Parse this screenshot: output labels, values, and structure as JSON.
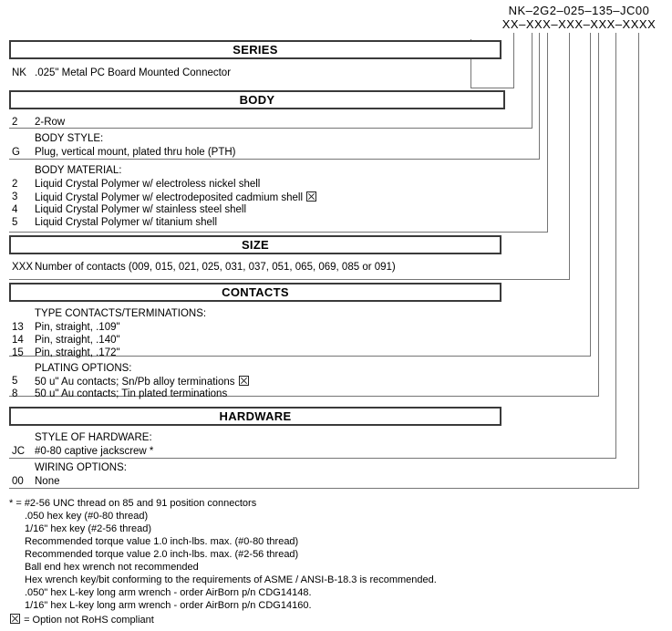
{
  "part_number": {
    "example": "NK–2G2–025–135–JC00",
    "template": "XX–XXX–XXX–XXX–XXXX"
  },
  "sections": {
    "series": {
      "title": "SERIES",
      "rows": [
        {
          "code": "NK",
          "text": ".025\" Metal PC Board Mounted Connector"
        }
      ]
    },
    "body": {
      "title": "BODY",
      "rows": [
        {
          "code": "2",
          "text": "2-Row"
        }
      ]
    },
    "body_style": {
      "group_title": "BODY STYLE:",
      "rows": [
        {
          "code": "G",
          "text": "Plug, vertical mount, plated thru hole (PTH)"
        }
      ]
    },
    "body_material": {
      "group_title": "BODY MATERIAL:",
      "rows": [
        {
          "code": "2",
          "text": "Liquid Crystal Polymer w/ electroless nickel shell",
          "rohs_flag": false
        },
        {
          "code": "3",
          "text": "Liquid Crystal Polymer w/ electrodeposited cadmium shell",
          "rohs_flag": true
        },
        {
          "code": "4",
          "text": "Liquid Crystal Polymer w/ stainless steel shell",
          "rohs_flag": false
        },
        {
          "code": "5",
          "text": "Liquid Crystal Polymer w/ titanium shell",
          "rohs_flag": false
        }
      ]
    },
    "size": {
      "title": "SIZE",
      "rows": [
        {
          "code": "XXX",
          "text": "Number of contacts (009, 015, 021, 025, 031, 037, 051, 065, 069, 085 or 091)"
        }
      ]
    },
    "contacts": {
      "title": "CONTACTS",
      "group_title": "TYPE CONTACTS/TERMINATIONS:",
      "rows": [
        {
          "code": "13",
          "text": "Pin, straight, .109\""
        },
        {
          "code": "14",
          "text": "Pin, straight, .140\""
        },
        {
          "code": "15",
          "text": "Pin, straight, .172\""
        }
      ]
    },
    "plating": {
      "group_title": "PLATING OPTIONS:",
      "rows": [
        {
          "code": "5",
          "text": "50 u\" Au contacts; Sn/Pb alloy terminations",
          "rohs_flag": true
        },
        {
          "code": "8",
          "text": "50 u\" Au contacts; Tin plated terminations",
          "rohs_flag": false
        }
      ]
    },
    "hardware": {
      "title": "HARDWARE",
      "group_title": "STYLE OF HARDWARE:",
      "rows": [
        {
          "code": "JC",
          "text": "#0-80 captive jackscrew *"
        }
      ]
    },
    "wiring": {
      "group_title": "WIRING OPTIONS:",
      "rows": [
        {
          "code": "00",
          "text": "None"
        }
      ]
    }
  },
  "footnotes": [
    "* = #2-56 UNC thread on 85 and 91 position connectors",
    ".050 hex key (#0-80 thread)",
    "1/16\" hex key (#2-56 thread)",
    "Recommended torque value 1.0 inch-lbs. max. (#0-80 thread)",
    "Recommended torque value 2.0 inch-lbs. max. (#2-56 thread)",
    "Ball end hex wrench not recommended",
    "Hex wrench key/bit conforming to the requirements of ASME / ANSI-B-18.3 is recommended.",
    ".050\" hex L-key long arm wrench - order AirBorn p/n CDG14148.",
    "1/16\" hex L-key long arm wrench - order AirBorn p/n CDG14160."
  ],
  "legend": {
    "text": "= Option not RoHS compliant"
  }
}
